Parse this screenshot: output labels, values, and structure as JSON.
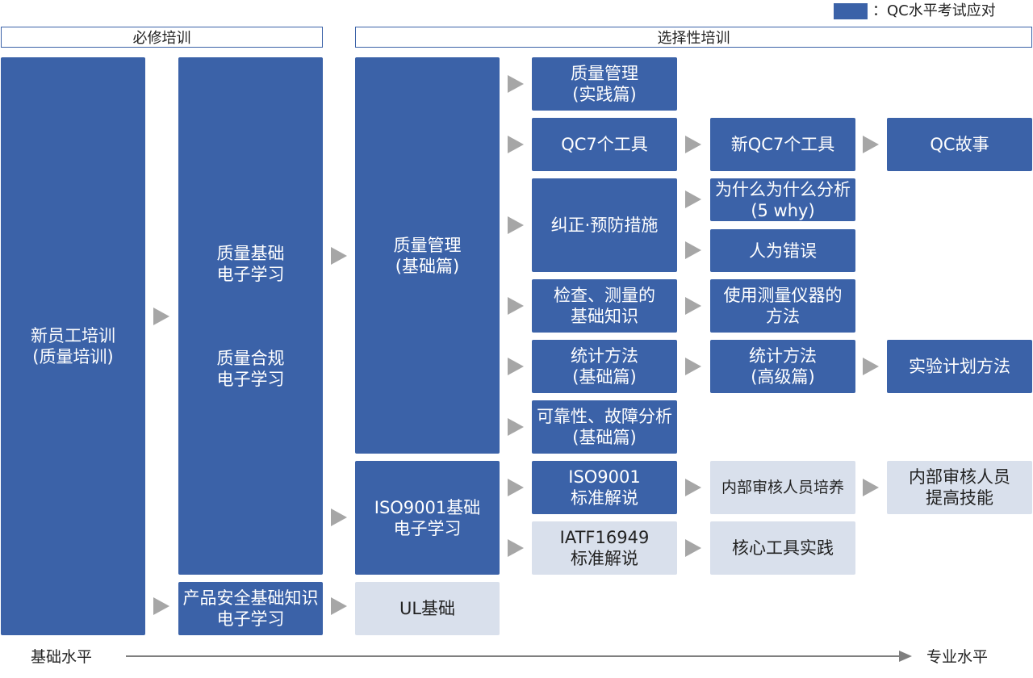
{
  "legend": {
    "label": "：QC水平考试应对",
    "swatch_color": "#3b62a8"
  },
  "headers": {
    "required": "必修培训",
    "elective": "选择性培训"
  },
  "boxes": {
    "new_employee": "新员工培训\n(质量培训)",
    "quality_basics_elearning": "质量基础\n电子学习",
    "quality_compliance_elearning": "质量合规\n电子学习",
    "product_safety_elearning": "产品安全基础知识\n电子学习",
    "qm_basics": "质量管理\n(基础篇)",
    "iso9001_elearning": "ISO9001基础\n电子学习",
    "ul_basics": "UL基础",
    "qm_practice": "质量管理\n(实践篇)",
    "qc7_tools": "QC7个工具",
    "corrective_preventive": "纠正·预防措施",
    "inspection_measurement": "检查、测量的\n基础知识",
    "statistics_basic": "统计方法\n(基础篇)",
    "reliability_basic": "可靠性、故障分析\n(基础篇)",
    "iso9001_explanation": "ISO9001\n标准解说",
    "iatf16949_explanation": "IATF16949\n标准解说",
    "new_qc7_tools": "新QC7个工具",
    "five_why": "为什么为什么分析\n(5 why)",
    "human_error": "人为错误",
    "measuring_instruments": "使用测量仪器的\n方法",
    "statistics_advanced": "统计方法\n(高级篇)",
    "internal_auditor_training": "内部审核人员培养",
    "core_tools_practice": "核心工具实践",
    "qc_story": "QC故事",
    "doe": "实验计划方法",
    "internal_auditor_improvement": "内部审核人员\n提高技能"
  },
  "axis": {
    "start": "基础水平",
    "end": "专业水平"
  },
  "colors": {
    "dark": "#3b62a8",
    "light": "#d9e0ec",
    "arrow": "#a6a6a6"
  }
}
